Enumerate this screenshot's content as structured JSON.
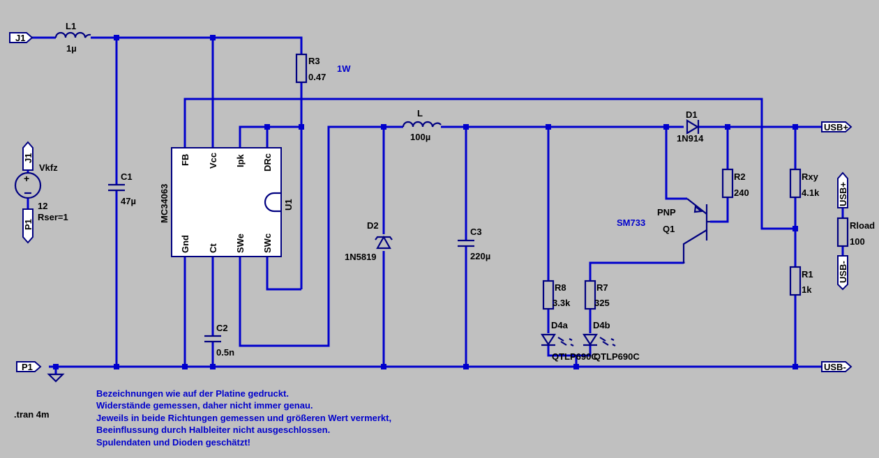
{
  "components": {
    "L1": {
      "ref": "L1",
      "value": "1µ"
    },
    "C1": {
      "ref": "C1",
      "value": "47µ"
    },
    "R3": {
      "ref": "R3",
      "value": "0.47"
    },
    "r3_note": "1W",
    "U1": {
      "ref": "U1",
      "part": "MC34063",
      "pins": [
        "FB",
        "Vcc",
        "Ipk",
        "DRc",
        "Gnd",
        "Ct",
        "SWe",
        "SWc"
      ]
    },
    "C2": {
      "ref": "C2",
      "value": "0.5n"
    },
    "D2": {
      "ref": "D2",
      "value": "1N5819"
    },
    "L": {
      "ref": "L",
      "value": "100µ"
    },
    "C3": {
      "ref": "C3",
      "value": "220µ"
    },
    "R8": {
      "ref": "R8",
      "value": "3.3k"
    },
    "R7": {
      "ref": "R7",
      "value": "325"
    },
    "D4a": {
      "ref": "D4a",
      "value": "QTLP690C"
    },
    "D4b": {
      "ref": "D4b",
      "value": "QTLP690C"
    },
    "D1": {
      "ref": "D1",
      "value": "1N914"
    },
    "R2": {
      "ref": "R2",
      "value": "240"
    },
    "Q1": {
      "ref": "Q1",
      "type": "PNP",
      "value": "SM733"
    },
    "Rxy": {
      "ref": "Rxy",
      "value": "4.1k"
    },
    "R1": {
      "ref": "R1",
      "value": "1k"
    },
    "Rload": {
      "ref": "Rload",
      "value": "100"
    },
    "Vkfz": {
      "ref": "Vkfz",
      "value": "12",
      "param": "Rser=1"
    }
  },
  "ports": {
    "J1": "J1",
    "P1": "P1",
    "usb_plus": "USB+",
    "usb_minus": "USB-"
  },
  "directive": ".tran 4m",
  "notes": [
    "Bezeichnungen wie auf der Platine gedruckt.",
    "Widerstände gemessen, daher nicht immer genau.",
    "Jeweils in beide Richtungen gemessen und größeren Wert vermerkt,",
    "Beeinflussung durch Halbleiter nicht ausgeschlossen.",
    "Spulendaten und Dioden geschätzt!"
  ],
  "colors": {
    "background": "#c0c0c0",
    "wire": "#0000cc",
    "component": "#000080",
    "label": "#000000",
    "comment": "#0000cc"
  }
}
